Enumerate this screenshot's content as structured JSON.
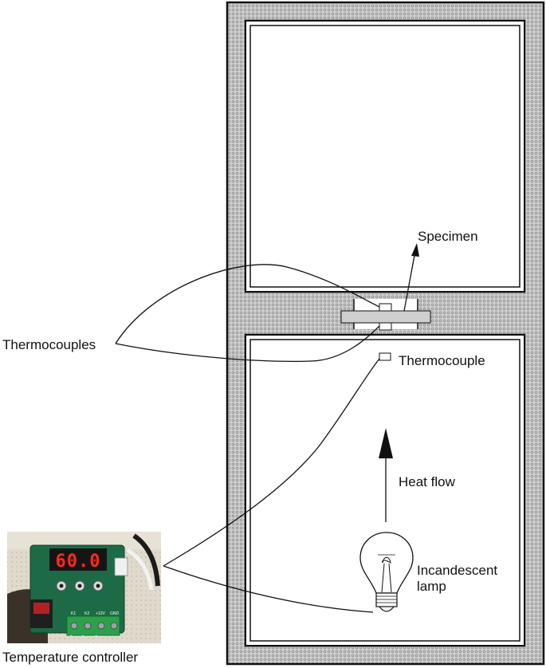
{
  "labels": {
    "specimen": "Specimen",
    "thermocouples": "Thermocouples",
    "thermocouple": "Thermocouple",
    "heat_flow": "Heat flow",
    "lamp_line1": "Incandescent",
    "lamp_line2": "lamp",
    "temperature_controller": "Temperature controller"
  },
  "controller_display": {
    "reading": "60.0",
    "terminal_labels": [
      "K1",
      "K2",
      "+12V",
      "GND"
    ]
  },
  "colors": {
    "wall_fill": "#c8c8c8",
    "outline": "#111111",
    "display_red": "#ff2a1a",
    "board_green": "#1d6b46"
  }
}
